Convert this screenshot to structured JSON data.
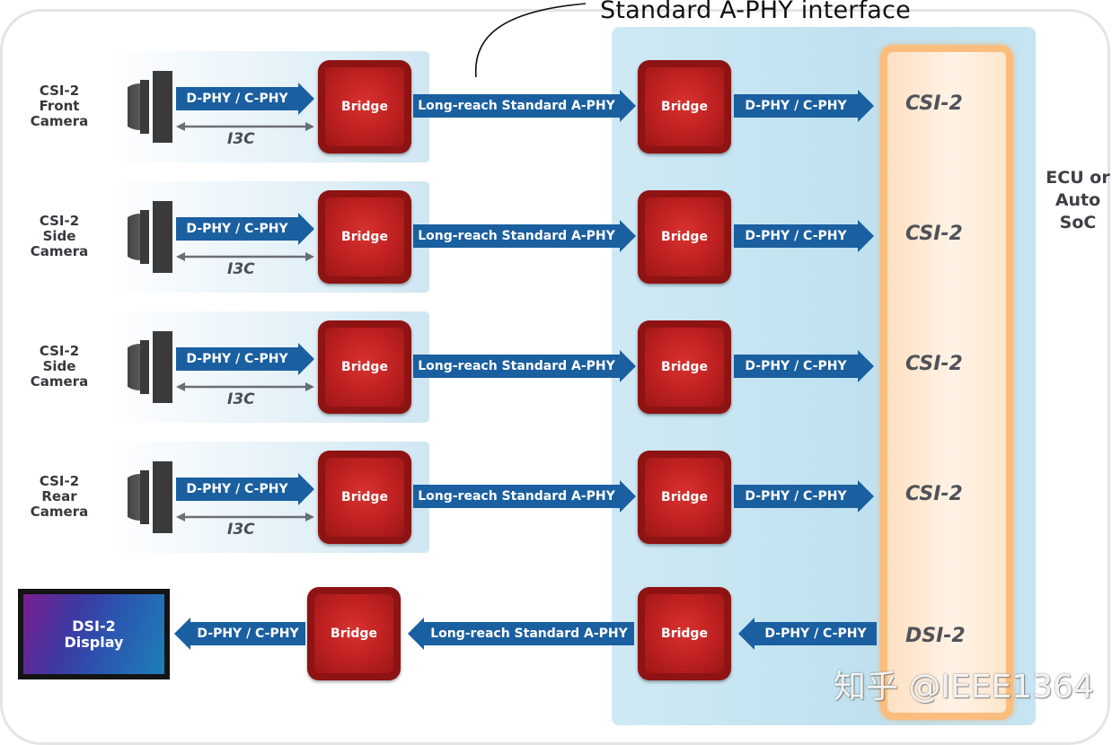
{
  "callout_label": "Standard A-PHY interface",
  "ecu_label": "ECU or\nAuto\nSoC",
  "camera_rows": [
    {
      "camera_label": "CSI-2\nFront\nCamera",
      "short_link": "D-PHY / C-PHY",
      "control_link": "I3C",
      "bridge_cam": "Bridge",
      "long_link": "Long-reach Standard A-PHY",
      "bridge_soc": "Bridge",
      "soc_link": "D-PHY / C-PHY",
      "soc_port": "CSI-2"
    },
    {
      "camera_label": "CSI-2\nSide\nCamera",
      "short_link": "D-PHY / C-PHY",
      "control_link": "I3C",
      "bridge_cam": "Bridge",
      "long_link": "Long-reach Standard A-PHY",
      "bridge_soc": "Bridge",
      "soc_link": "D-PHY / C-PHY",
      "soc_port": "CSI-2"
    },
    {
      "camera_label": "CSI-2\nSide\nCamera",
      "short_link": "D-PHY / C-PHY",
      "control_link": "I3C",
      "bridge_cam": "Bridge",
      "long_link": "Long-reach Standard A-PHY",
      "bridge_soc": "Bridge",
      "soc_link": "D-PHY / C-PHY",
      "soc_port": "CSI-2"
    },
    {
      "camera_label": "CSI-2\nRear\nCamera",
      "short_link": "D-PHY / C-PHY",
      "control_link": "I3C",
      "bridge_cam": "Bridge",
      "long_link": "Long-reach Standard A-PHY",
      "bridge_soc": "Bridge",
      "soc_link": "D-PHY / C-PHY",
      "soc_port": "CSI-2"
    }
  ],
  "display_row": {
    "display_label": "DSI-2\nDisplay",
    "display_link": "D-PHY / C-PHY",
    "bridge_display": "Bridge",
    "long_link": "Long-reach Standard A-PHY",
    "bridge_soc": "Bridge",
    "soc_link": "D-PHY / C-PHY",
    "soc_port": "DSI-2"
  },
  "colors": {
    "link_blue": "#1a5fa0",
    "bridge_red": "#bd2020",
    "soc_orange": "#fbbd7e",
    "ecu_blue": "#c6e4f1"
  },
  "watermark": "知乎 @IEEE1364"
}
